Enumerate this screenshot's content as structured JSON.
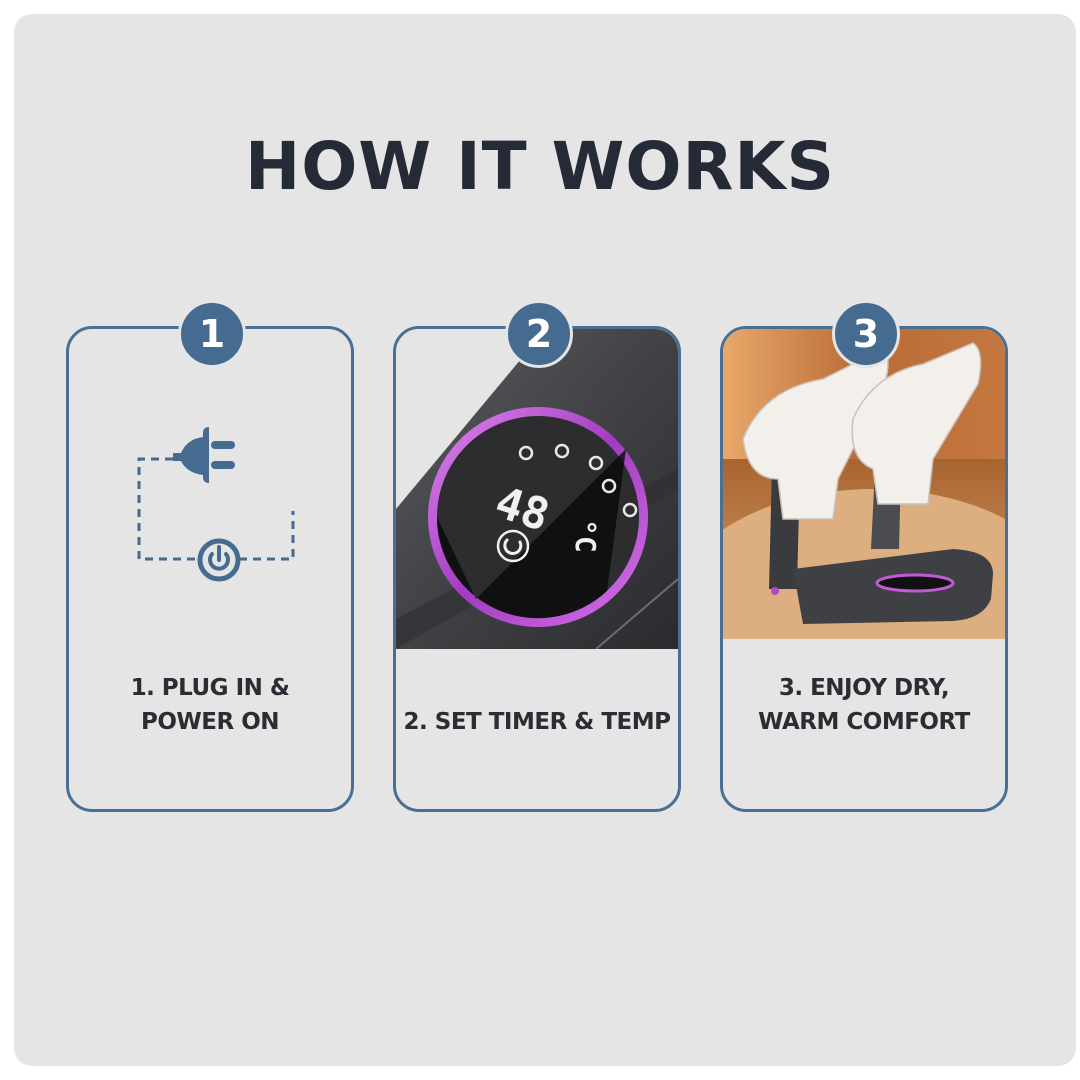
{
  "title": "HOW IT WORKS",
  "colors": {
    "background": "#e5e5e5",
    "accent": "#456b90",
    "card_border": "#4a6f95",
    "title_text": "#242a36",
    "display_ring": "#c25ad6"
  },
  "steps": [
    {
      "number": "1",
      "label_line1": "1. PLUG IN &",
      "label_line2": "POWER ON",
      "icons": [
        "plug-icon",
        "power-icon"
      ]
    },
    {
      "number": "2",
      "label_line1": "2. SET TIMER & TEMP",
      "display": {
        "temperature": "48",
        "unit": "°C"
      }
    },
    {
      "number": "3",
      "label_line1": "3. ENJOY DRY,",
      "label_line2": "WARM COMFORT"
    }
  ]
}
